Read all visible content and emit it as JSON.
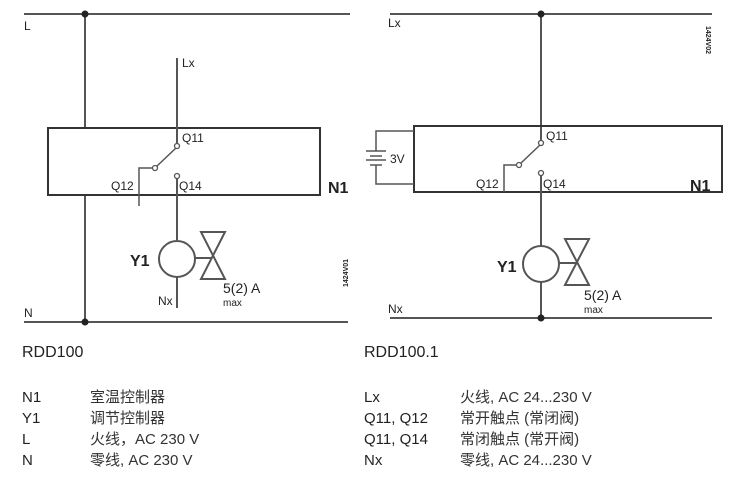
{
  "diagram_left": {
    "name": "RDD100",
    "bus_top_label": "L",
    "bus_bottom_label": "N",
    "supply_label": "Lx",
    "device_label": "N1",
    "terminals": {
      "common": "Q11",
      "nc": "Q12",
      "no": "Q14"
    },
    "actuator_label": "Y1",
    "neutral_label": "Nx",
    "rating": "5(2) A",
    "rating_sub": "max",
    "drawing_code": "1424V01"
  },
  "diagram_right": {
    "name": "RDD100.1",
    "bus_top_label": "Lx",
    "bus_bottom_label": "Nx",
    "battery_label": "3V",
    "device_label": "N1",
    "terminals": {
      "common": "Q11",
      "nc": "Q12",
      "no": "Q14"
    },
    "actuator_label": "Y1",
    "rating": "5(2) A",
    "rating_sub": "max",
    "drawing_code": "1424V02"
  },
  "legend_left": [
    {
      "code": "N1",
      "desc": "室温控制器"
    },
    {
      "code": "Y1",
      "desc": "调节控制器"
    },
    {
      "code": "L",
      "desc": "火线，AC 230 V"
    },
    {
      "code": "N",
      "desc": "零线, AC 230 V"
    }
  ],
  "legend_right": [
    {
      "code": "Lx",
      "desc": "火线, AC 24...230 V"
    },
    {
      "code": "Q11, Q12",
      "desc": "常开触点 (常闭阀)"
    },
    {
      "code": "Q11, Q14",
      "desc": "常闭触点 (常开阀)"
    },
    {
      "code": "Nx",
      "desc": "零线, AC 24...230 V"
    }
  ]
}
